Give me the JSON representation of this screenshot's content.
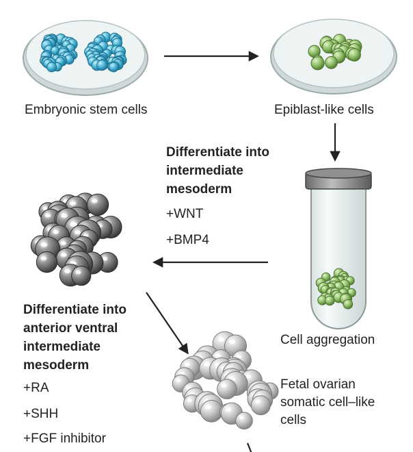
{
  "steps": {
    "embryonic": "Embryonic stem cells",
    "epiblast": "Epiblast-like cells",
    "aggregation": "Cell aggregation",
    "fetal": [
      "Fetal ovarian",
      "somatic cell–like",
      "cells"
    ]
  },
  "stage1": {
    "title": [
      "Differentiate into",
      "intermediate",
      "mesoderm"
    ],
    "factors": [
      "+WNT",
      "+BMP4"
    ]
  },
  "stage2": {
    "title": [
      "Differentiate into",
      "anterior ventral",
      "intermediate",
      "mesoderm"
    ],
    "factors": [
      "+RA",
      "+SHH",
      "+FGF inhibitor"
    ]
  },
  "colors": {
    "stem": "#4db3d4",
    "epiblast": "#8fbf6a",
    "aggregate": "#7a7a7a",
    "fetal": "#b8b8b8",
    "dish": "#dde6e6",
    "arrow": "#222222"
  }
}
